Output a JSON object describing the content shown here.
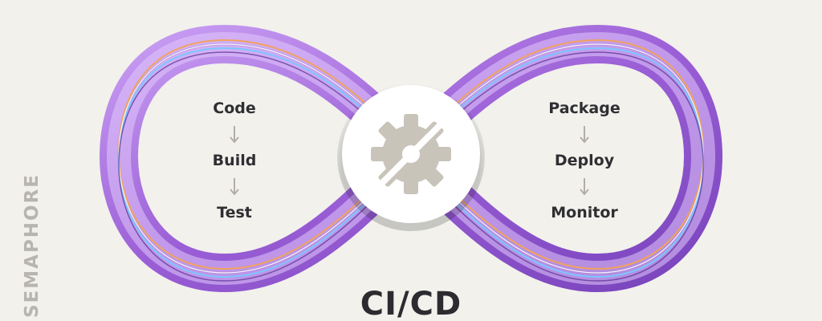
{
  "brand": "SEMAPHORE",
  "title": "CI/CD",
  "icon": "gear-icon",
  "left_loop": {
    "stages": [
      "Code",
      "Build",
      "Test"
    ]
  },
  "right_loop": {
    "stages": [
      "Package",
      "Deploy",
      "Monitor"
    ]
  },
  "colors": {
    "background": "#f2f1ec",
    "loop_purple": "#9a5ed6",
    "loop_dark": "#6c3aa8",
    "stripe_orange": "#f0a35c",
    "stripe_cyan": "#7cc6ff",
    "gear": "#c9c4ba",
    "text": "#2f2f33",
    "brand": "#b8b5ae"
  }
}
